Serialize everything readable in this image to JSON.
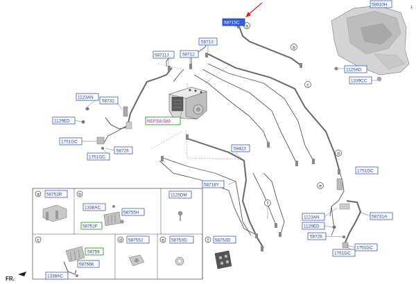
{
  "labels": {
    "hecu_main": "58715C",
    "mounting_bracket": "58810H",
    "tube_center": "58713",
    "tube_ext": "58712",
    "hose_front_l": "58711J",
    "bolt_1123_left": "1123AN",
    "hose_58732": "58732",
    "nut_1129ED_left": "1129ED",
    "clip_1751GC_a": "1751GC",
    "clip_1751GC_b": "1751GC",
    "bracket_58726_left": "58726",
    "ref": "REF.58-589",
    "tube_58423": "58423",
    "tube_58718Y": "58718Y",
    "nut_1125AD": "1125AD",
    "bolt_1339CC": "1339CC",
    "bolt_1123_right": "1123AN",
    "nut_1129ED_right": "1129ED",
    "bracket_58726_right": "58726",
    "clip_1751GC_right_a": "1751GC",
    "clip_1751GC_right_b": "1751GC",
    "hose_58731A": "58731A",
    "page_num": "1"
  },
  "callouts": [
    "a",
    "b",
    "c",
    "d",
    "e",
    "f"
  ],
  "table": {
    "a_part": "58752R",
    "b_part1": "1338AC",
    "b_part2": "58755H",
    "b_part3": "58751F",
    "bolt": "1125DM",
    "c_part1": "58756",
    "c_part2": "58756K",
    "c_part3": "1338AC",
    "d_part": "58755J",
    "e_part": "58753G",
    "f_part": "58753D",
    "letters": [
      "a",
      "b",
      "c",
      "d",
      "e",
      "f"
    ]
  },
  "front_marker": "FR.",
  "colors": {
    "highlight": "#2f5fe0",
    "label_border": "#3355cc",
    "arrow": "#e02020",
    "ref_border": "#2a9a2a"
  }
}
